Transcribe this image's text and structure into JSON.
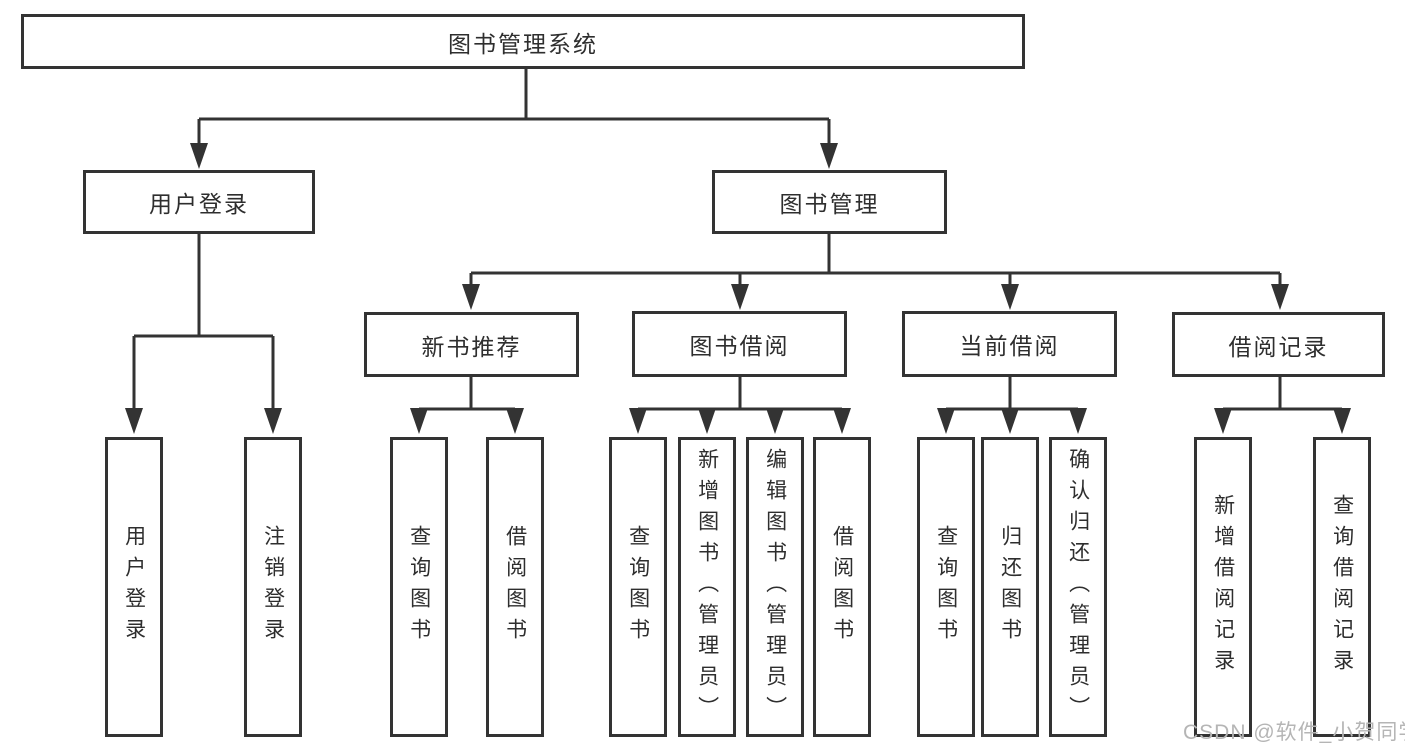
{
  "tree": {
    "root": {
      "label": "图书管理系统"
    },
    "level1": [
      {
        "label": "用户登录",
        "children": [
          {
            "label": "用户登录"
          },
          {
            "label": "注销登录"
          }
        ]
      },
      {
        "label": "图书管理",
        "children": [
          {
            "label": "新书推荐",
            "children": [
              {
                "label": "查询图书"
              },
              {
                "label": "借阅图书"
              }
            ]
          },
          {
            "label": "图书借阅",
            "children": [
              {
                "label": "查询图书"
              },
              {
                "label": "新增图书（管理员）"
              },
              {
                "label": "编辑图书（管理员）"
              },
              {
                "label": "借阅图书"
              }
            ]
          },
          {
            "label": "当前借阅",
            "children": [
              {
                "label": "查询图书"
              },
              {
                "label": "归还图书"
              },
              {
                "label": "确认归还（管理员）"
              }
            ]
          },
          {
            "label": "借阅记录",
            "children": [
              {
                "label": "新增借阅记录"
              },
              {
                "label": "查询借阅记录"
              }
            ]
          }
        ]
      }
    ]
  },
  "watermark": "CSDN @软件_小贺同学",
  "colors": {
    "line": "#333333",
    "text": "#2e2e2e",
    "background": "#ffffff",
    "watermark": "#b5b5b5"
  }
}
